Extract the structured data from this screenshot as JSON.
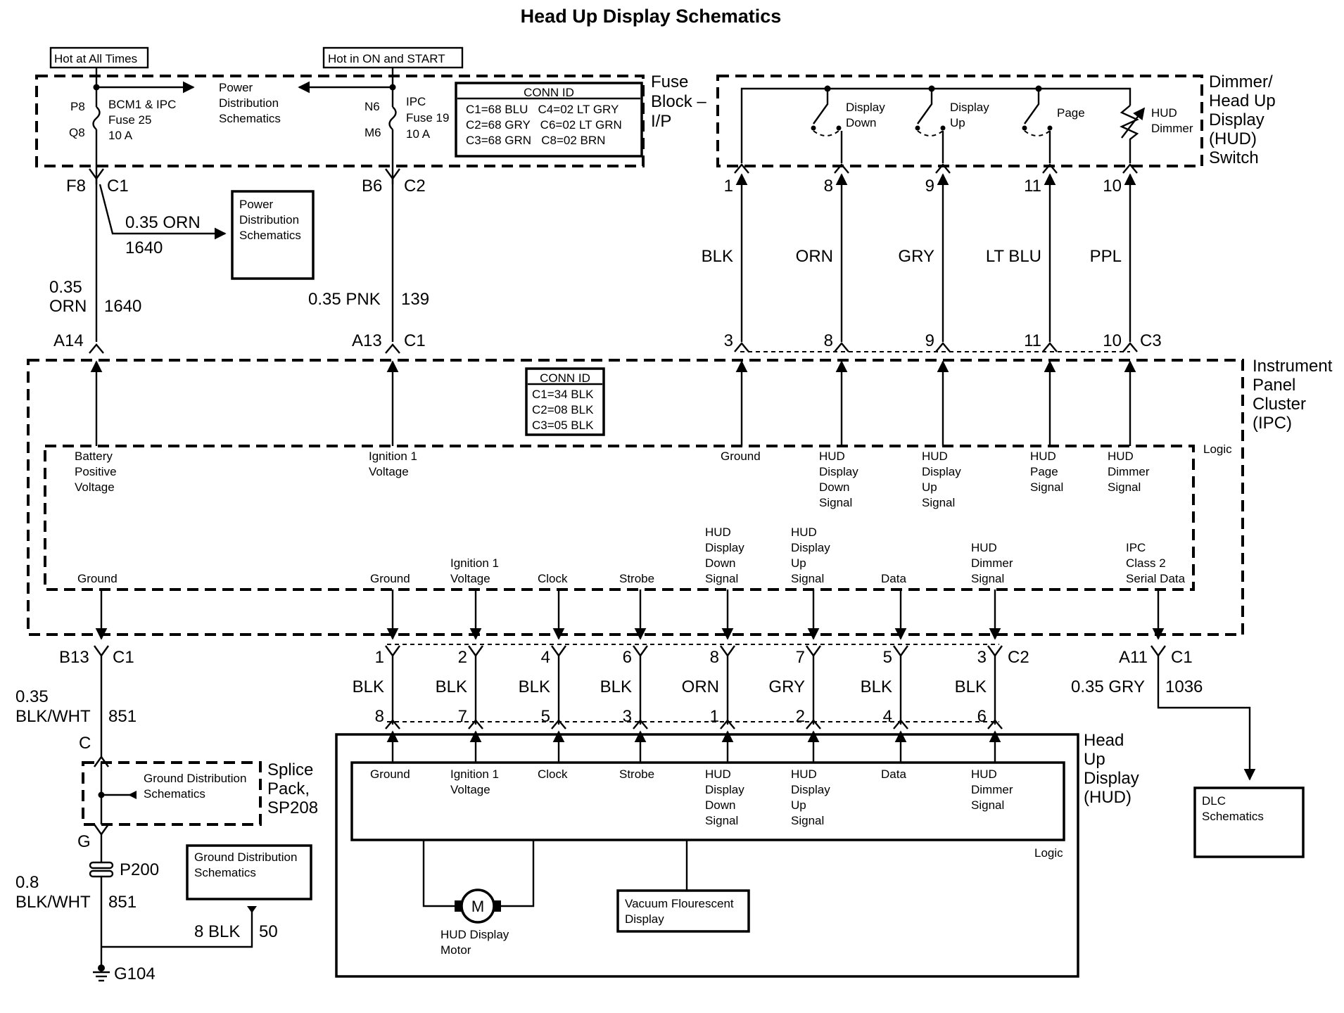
{
  "title": "Head Up Display Schematics",
  "supply": {
    "hot_all_times": "Hot at All Times",
    "hot_on_start": "Hot in ON and START",
    "power_dist_top": [
      "Power",
      "Distribution",
      "Schematics"
    ],
    "bcm_fuse": [
      "BCM1 & IPC",
      "Fuse 25",
      "10 A"
    ],
    "bcm_pins": [
      "P8",
      "Q8"
    ],
    "ipc_fuse": [
      "IPC",
      "Fuse 19",
      "10 A"
    ],
    "ipc_pins": [
      "N6",
      "M6"
    ],
    "fuse_block_label": [
      "Fuse",
      "Block –",
      "I/P"
    ],
    "conn_id_title": "CONN ID",
    "conn_id_rows": [
      "C1=68 BLU   C4=02 LT GRY",
      "C2=68 GRY   C6=02 LT GRN",
      "C3=68 GRN   C8=02 BRN"
    ]
  },
  "switch": {
    "label": [
      "Dimmer/",
      "Head Up",
      "Display",
      "(HUD)",
      "Switch"
    ],
    "contacts": [
      {
        "name": [
          "Display",
          "Down"
        ]
      },
      {
        "name": [
          "Display",
          "Up"
        ]
      },
      {
        "name": [
          "Page"
        ]
      },
      {
        "name": [
          "HUD",
          "Dimmer"
        ]
      }
    ],
    "wires": [
      {
        "top_pin": "1",
        "color": "BLK",
        "bottom_pin": "3"
      },
      {
        "top_pin": "8",
        "color": "ORN",
        "bottom_pin": "8"
      },
      {
        "top_pin": "9",
        "color": "GRY",
        "bottom_pin": "9"
      },
      {
        "top_pin": "11",
        "color": "LT BLU",
        "bottom_pin": "11"
      },
      {
        "top_pin": "10",
        "color": "PPL",
        "bottom_pin": "10"
      }
    ],
    "connector": "C3"
  },
  "feed": {
    "f8": "F8",
    "c1": "C1",
    "b6": "B6",
    "c2": "C2",
    "branch_gauge": "0.35 ORN",
    "branch_circuit": "1640",
    "power_dist_box": [
      "Power",
      "Distribution",
      "Schematics"
    ],
    "orn_gauge": [
      "0.35",
      "ORN"
    ],
    "orn_circuit": "1640",
    "pnk_gauge": "0.35 PNK",
    "pnk_circuit": "139",
    "a14": "A14",
    "a13": "A13",
    "c1b": "C1"
  },
  "ipc": {
    "label": [
      "Instrument",
      "Panel",
      "Cluster",
      "(IPC)"
    ],
    "conn_id_title": "CONN ID",
    "conn_id_rows": [
      "C1=34 BLK",
      "C2=08 BLK",
      "C3=05 BLK"
    ],
    "logic": "Logic",
    "top_signals": [
      [
        "Battery",
        "Positive",
        "Voltage"
      ],
      [
        "Ignition 1",
        "Voltage"
      ],
      [
        "Ground"
      ],
      [
        "HUD",
        "Display",
        "Down",
        "Signal"
      ],
      [
        "HUD",
        "Display",
        "Up",
        "Signal"
      ],
      [
        "HUD",
        "Page",
        "Signal"
      ],
      [
        "HUD",
        "Dimmer",
        "Signal"
      ]
    ],
    "bottom_signals": [
      [
        "Ground"
      ],
      [
        "Ground"
      ],
      [
        "Ignition 1",
        "Voltage"
      ],
      [
        "Clock"
      ],
      [
        "Strobe"
      ],
      [
        "HUD",
        "Display",
        "Down",
        "Signal"
      ],
      [
        "HUD",
        "Display",
        "Up",
        "Signal"
      ],
      [
        "Data"
      ],
      [
        "HUD",
        "Dimmer",
        "Signal"
      ],
      [
        "IPC",
        "Class 2",
        "Serial Data"
      ]
    ]
  },
  "harness": {
    "wires": [
      {
        "top_pin": "1",
        "color": "BLK",
        "bottom_pin": "8"
      },
      {
        "top_pin": "2",
        "color": "BLK",
        "bottom_pin": "7"
      },
      {
        "top_pin": "4",
        "color": "BLK",
        "bottom_pin": "5"
      },
      {
        "top_pin": "6",
        "color": "BLK",
        "bottom_pin": "3"
      },
      {
        "top_pin": "8",
        "color": "ORN",
        "bottom_pin": "1"
      },
      {
        "top_pin": "7",
        "color": "GRY",
        "bottom_pin": "2"
      },
      {
        "top_pin": "5",
        "color": "BLK",
        "bottom_pin": "4"
      },
      {
        "top_pin": "3",
        "color": "BLK",
        "bottom_pin": "6"
      }
    ],
    "c2": "C2",
    "a11": "A11",
    "c1": "C1",
    "gry_gauge": "0.35 GRY",
    "gry_circuit": "1036",
    "dlc_box": [
      "DLC",
      "Schematics"
    ]
  },
  "ground": {
    "b13": "B13",
    "c1": "C1",
    "gauge1": [
      "0.35",
      "BLK/WHT"
    ],
    "circuit1": "851",
    "c": "C",
    "splice_label": [
      "Splice",
      "Pack,",
      "SP208"
    ],
    "ground_dist_inner": [
      "Ground Distribution",
      "Schematics"
    ],
    "g": "G",
    "p200": "P200",
    "gauge2": [
      "0.8",
      "BLK/WHT"
    ],
    "circuit2": "851",
    "ground_dist_box": [
      "Ground Distribution",
      "Schematics"
    ],
    "blk_gauge": "8 BLK",
    "blk_circuit": "50",
    "g104": "G104"
  },
  "hud": {
    "label": [
      "Head",
      "Up",
      "Display",
      "(HUD)"
    ],
    "signals": [
      [
        "Ground"
      ],
      [
        "Ignition 1",
        "Voltage"
      ],
      [
        "Clock"
      ],
      [
        "Strobe"
      ],
      [
        "HUD",
        "Display",
        "Down",
        "Signal"
      ],
      [
        "HUD",
        "Display",
        "Up",
        "Signal"
      ],
      [
        "Data"
      ],
      [
        "HUD",
        "Dimmer",
        "Signal"
      ]
    ],
    "logic": "Logic",
    "motor_symbol": "M",
    "motor_label": [
      "HUD Display",
      "Motor"
    ],
    "vfd_label": [
      "Vacuum Flourescent",
      "Display"
    ]
  }
}
